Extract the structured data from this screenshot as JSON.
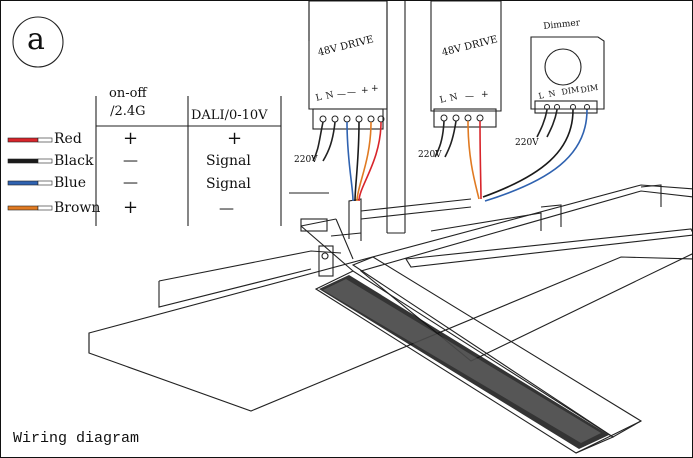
{
  "panel_label": "a",
  "caption": "Wiring diagram",
  "table": {
    "headers": [
      "on-off\n/2.4G",
      "DALI/0-10V"
    ],
    "rows": [
      {
        "wire": "Red",
        "color": "#d8252b",
        "onoff": "+",
        "dali": "+"
      },
      {
        "wire": "Black",
        "color": "#1a1a1a",
        "onoff": "—",
        "dali": "Signal"
      },
      {
        "wire": "Blue",
        "color": "#2f62b0",
        "onoff": "—",
        "dali": "Signal"
      },
      {
        "wire": "Brown",
        "color": "#e07a22",
        "onoff": "+",
        "dali": "—"
      }
    ]
  },
  "drivers": [
    {
      "label": "48V DRIVE",
      "terminals": [
        "L",
        "N",
        "—",
        "—",
        "+",
        "+"
      ],
      "voltage": "220V"
    },
    {
      "label": "48V DRIVE",
      "terminals": [
        "L",
        "N",
        "—",
        "+"
      ],
      "voltage": "220V"
    }
  ],
  "dimmer": {
    "label": "Dimmer",
    "terminals": [
      "L",
      "N",
      "DIM",
      "DIM"
    ],
    "voltage": "220V"
  },
  "colors": {
    "red": "#d8252b",
    "black": "#1a1a1a",
    "blue": "#2f62b0",
    "brown": "#e07a22",
    "line": "#222222"
  }
}
